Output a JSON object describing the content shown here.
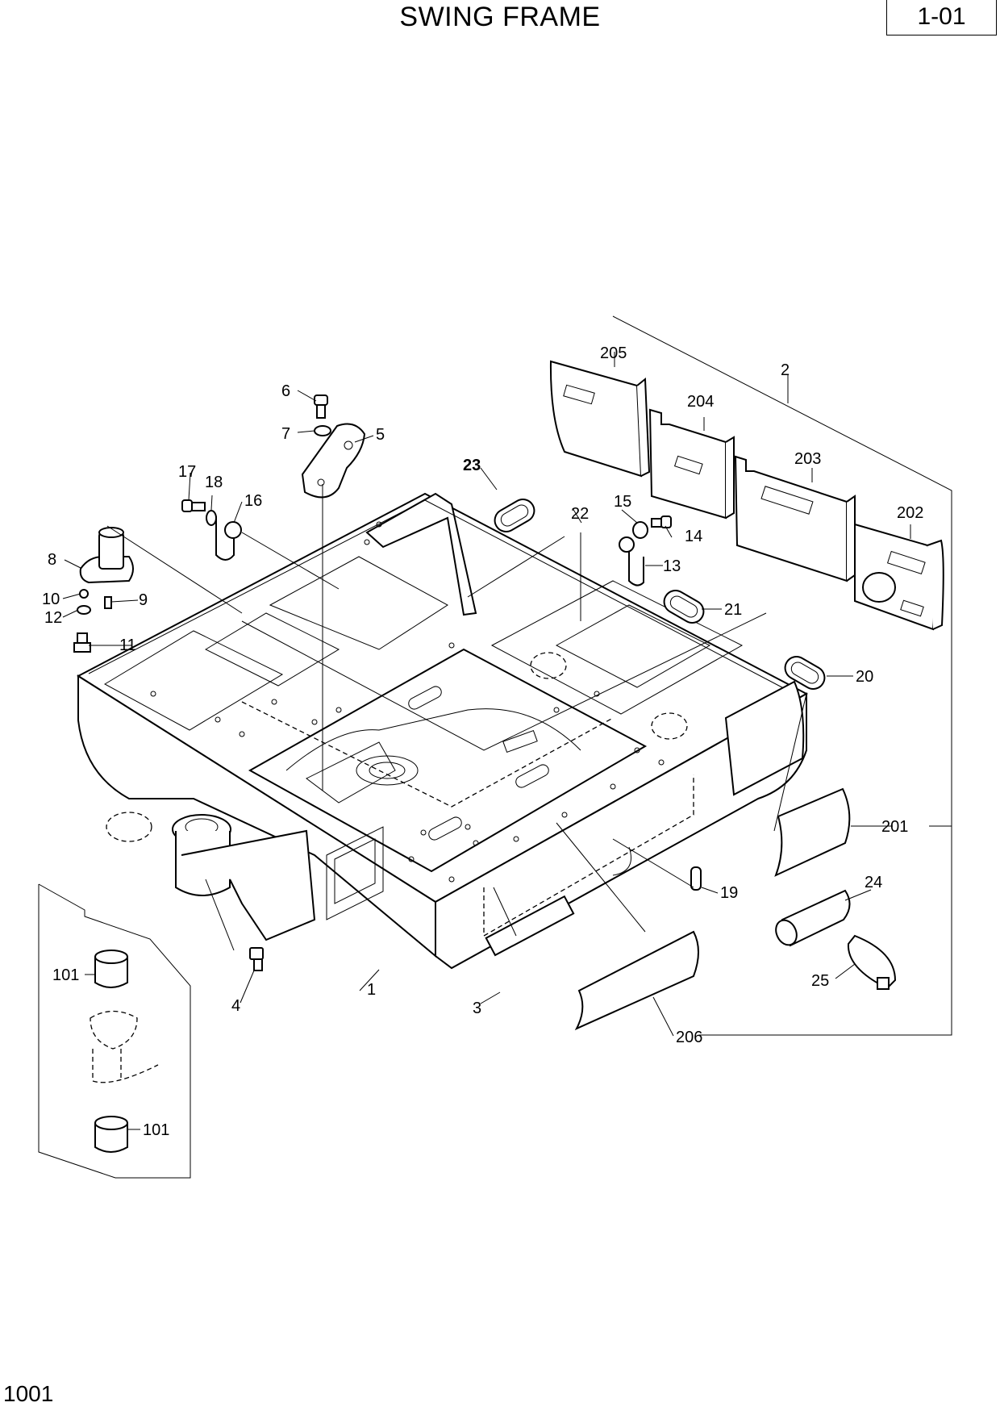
{
  "header": {
    "title": "SWING FRAME",
    "page_ref": "1-01"
  },
  "footer": {
    "page_number": "1001"
  },
  "callouts": {
    "c1": "1",
    "c2": "2",
    "c3": "3",
    "c4": "4",
    "c5": "5",
    "c6": "6",
    "c7": "7",
    "c8": "8",
    "c9": "9",
    "c10": "10",
    "c11": "11",
    "c12": "12",
    "c13": "13",
    "c14": "14",
    "c15": "15",
    "c16": "16",
    "c17": "17",
    "c18": "18",
    "c19": "19",
    "c20": "20",
    "c21": "21",
    "c22": "22",
    "c23": "23",
    "c24": "24",
    "c25": "25",
    "c101a": "101",
    "c101b": "101",
    "c201": "201",
    "c202": "202",
    "c203": "203",
    "c204": "204",
    "c205": "205",
    "c206": "206"
  }
}
